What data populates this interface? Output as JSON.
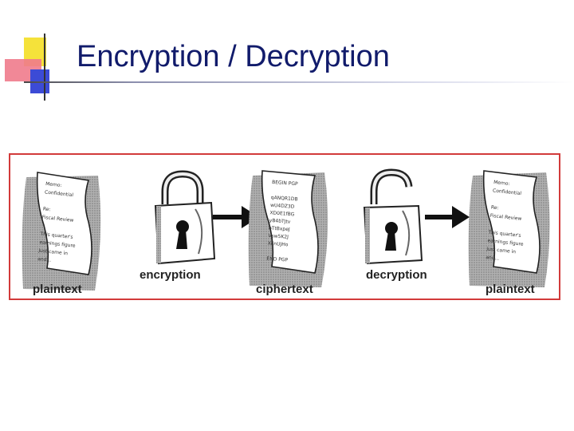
{
  "slide": {
    "title": "Encryption / Decryption"
  },
  "diagram": {
    "labels": {
      "plaintext_left": "plaintext",
      "encryption": "encryption",
      "ciphertext": "ciphertext",
      "decryption": "decryption",
      "plaintext_right": "plaintext"
    },
    "plain_doc_lines": [
      "Memo:",
      "Confidential",
      "",
      "Re:",
      "Fiscal Review",
      "",
      "This quarter's",
      "earnings figure",
      "just came in",
      "and..."
    ],
    "cipher_doc_lines": [
      "BEGIN PGP",
      "",
      "qANQR1DB",
      "wU4DZ3D",
      "XD0E1fBG",
      "yB4bTJtv",
      "oTtBxpeJ",
      "Vsw5K2J",
      "XFnUJHo",
      "",
      "END PGP"
    ],
    "colors": {
      "frame": "#d23a3a",
      "title": "#111b6b",
      "shadow": "#9a9a9a"
    }
  }
}
